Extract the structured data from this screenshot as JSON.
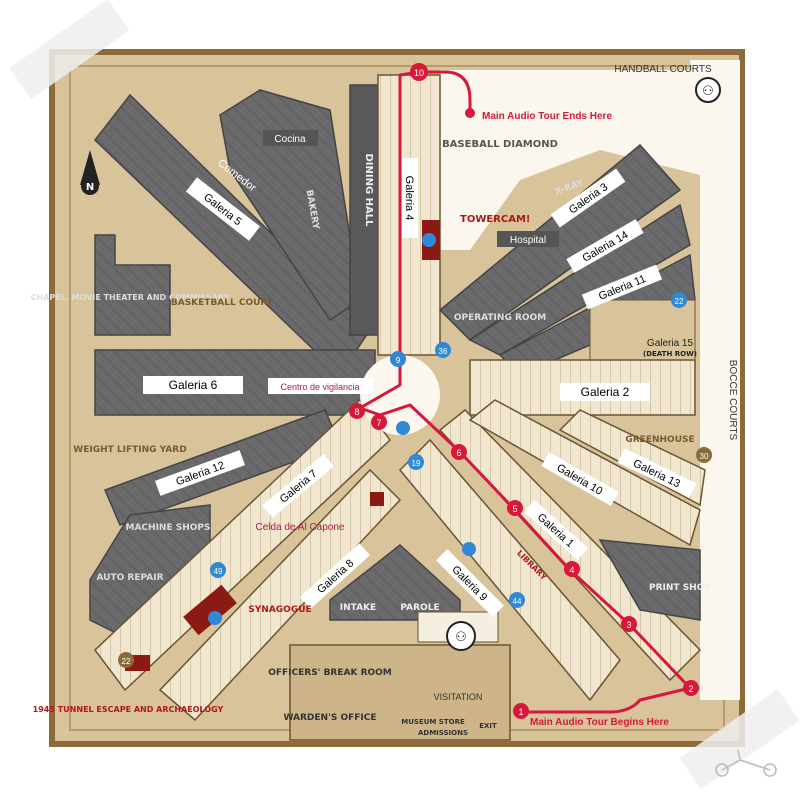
{
  "map": {
    "top_right": "HANDBALL COURTS",
    "right_side": "BOCCE COURTS",
    "audio_end": "Main Audio Tour Ends Here",
    "audio_begin": "Main Audio Tour Begins Here",
    "compass": "N"
  },
  "buildings": {
    "galeria5": "Galeria 5",
    "comedor": "Comedor",
    "cocina": "Cocina",
    "bakery": "BAKERY",
    "dining_hall": "DINING HALL",
    "galeria4": "Galeria 4",
    "baseball": "BASEBALL DIAMOND",
    "towercam": "TOWERCAM!",
    "hospital": "Hospital",
    "xray": "X-RAY",
    "galeria3": "Galeria 3",
    "galeria14": "Galeria 14",
    "galeria11": "Galeria 11",
    "operating": "OPERATING ROOM",
    "galeria15": "Galeria 15",
    "death_row": "(DEATH ROW)",
    "chapel": "CHAPEL, MOVIE THEATER AND COMMISSARY",
    "basketball": "BASKETBALL COURT",
    "galeria6": "Galeria 6",
    "centro": "Centro de vigilancia",
    "galeria2": "Galeria 2",
    "greenhouse": "GREENHOUSE",
    "weight": "WEIGHT LIFTING YARD",
    "galeria12": "Galeria 12",
    "galeria7": "Galeria 7",
    "galeria10": "Galeria 10",
    "galeria13": "Galeria 13",
    "celda": "Celda de Al Capone",
    "galeria1": "Galeria 1",
    "machine": "MACHINE SHOPS",
    "auto": "AUTO REPAIR",
    "galeria8": "Galeria 8",
    "galeria9": "Galeria 9",
    "library": "LIBRARY",
    "print": "PRINT SHOP",
    "synagogue": "SYNAGOGUE",
    "intake": "INTAKE",
    "parole": "PAROLE",
    "tunnel": "1945 TUNNEL ESCAPE AND ARCHAEOLOGY",
    "officers": "OFFICERS' BREAK ROOM",
    "wardens": "WARDEN'S OFFICE",
    "visitation": "VISITATION",
    "museum": "MUSEUM STORE",
    "admissions": "ADMISSIONS",
    "exit": "EXIT"
  },
  "stops": {
    "s1": "1",
    "s2": "2",
    "s3": "3",
    "s4": "4",
    "s5": "5",
    "s6": "6",
    "s7": "7",
    "s8": "8",
    "s9": "9",
    "s10": "10"
  },
  "extra_stops": {
    "e9": "9",
    "e22a": "22",
    "e22b": "22",
    "e30": "30",
    "e19": "19",
    "e49": "49",
    "e44": "44",
    "e36": "36"
  },
  "colors": {
    "parchment": "#d8c39a",
    "roof": "#6b6b6d",
    "cellblock": "#f1e6cf",
    "route": "#d8173a",
    "marker": "#2f89d6",
    "frame": "#8e6a3a"
  }
}
